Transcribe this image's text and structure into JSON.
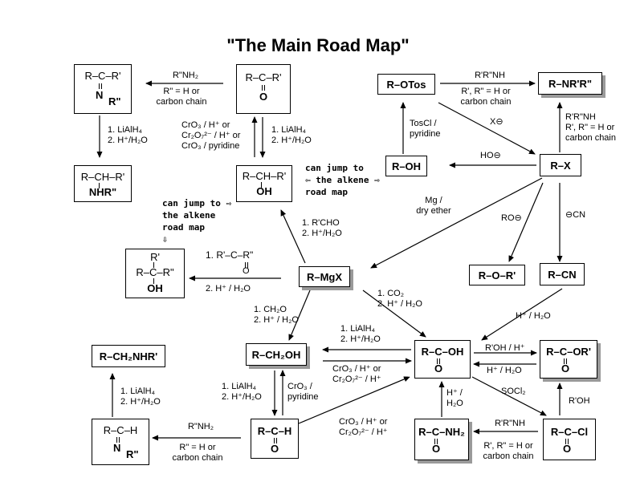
{
  "title": "\"The Main Road Map\"",
  "nodes": {
    "imine_top": {
      "line1": "R–C–R'",
      "n": "N",
      "r": "R\""
    },
    "ketone_top": {
      "line1": "R–C–R'",
      "o": "O"
    },
    "otos": {
      "text": "R–OTos"
    },
    "amine_nrr": {
      "text": "R–NR'R\""
    },
    "amine_sec": {
      "line1": "R–CH–R'",
      "line2": "NHR\""
    },
    "sec_alcohol": {
      "line1": "R–CH–R'",
      "line2": "OH"
    },
    "roh": {
      "text": "R–OH"
    },
    "rx": {
      "text": "R–X"
    },
    "tert_alcohol": {
      "top": "R'",
      "line1": "R–C–R\"",
      "line2": "OH"
    },
    "grignard": {
      "text": "R–MgX"
    },
    "ether": {
      "text": "R–O–R'"
    },
    "nitrile": {
      "text": "R–CN"
    },
    "amine_ch2": {
      "text": "R–CH₂NHR'"
    },
    "primary_alcohol": {
      "text": "R–CH₂OH"
    },
    "carboxylic": {
      "line1": "R–C–OH",
      "o": "O"
    },
    "ester": {
      "line1": "R–C–OR'",
      "o": "O"
    },
    "imine_bottom": {
      "line1": "R–C–H",
      "n": "N",
      "r": "R\""
    },
    "aldehyde": {
      "line1": "R–C–H",
      "o": "O"
    },
    "amide": {
      "line1": "R–C–NH₂",
      "o": "O"
    },
    "acyl_chloride": {
      "line1": "R–C–Cl",
      "o": "O"
    }
  },
  "labels": {
    "r2nh2_top": "R\"NH₂",
    "r2h_top": "R\" = H or\ncarbon chain",
    "rrnh_top": "R'R\"NH",
    "rr_h_top": "R', R\" = H or\ncarbon chain",
    "lialh4_left": "1. LiAlH₄\n2. H⁺/H₂O",
    "cro3_left": "CrO₃ / H⁺ or\nCr₂O₇²⁻ / H⁺ or\nCrO₃ / pyridine",
    "lialh4_mid": "1. LiAlH₄\n2. H⁺/H₂O",
    "toscl": "TosCl /\npyridine",
    "x_minus": "X⊖",
    "rrnh_right": "R'R\"NH\nR', R\" = H or\ncarbon chain",
    "ho_minus": "HO⊖",
    "jump1": "can jump to\n⇦ the alkene ⇨\nroad map",
    "jump2": "can jump to ⇨\nthe alkene\nroad map\n⇩",
    "mg": "Mg /\ndry ether",
    "ro_minus": "RO⊖",
    "cn_minus": "⊖CN",
    "rcho": "1. R'CHO\n2. H⁺/H₂O",
    "ketone_add_1": "1.  R'–C–R\"",
    "ketone_add_o": "O",
    "ketone_add_2": "2. H⁺ / H₂O",
    "co2": "1. CO₂\n2. H⁺ / H₂O",
    "ch2o": "1. CH₂O\n2. H⁺ / H₂O",
    "h_h2o_nitrile": "H⁺ / H₂O",
    "lialh4_acid": "1. LiAlH₄\n2. H⁺/H₂O",
    "cro3_acid": "CrO₃ / H⁺ or\nCr₂O₇²⁻ / H⁺",
    "roh_h": "R'OH / H⁺",
    "h_h2o_ester": "H⁺ / H₂O",
    "lialh4_amine": "1. LiAlH₄\n2. H⁺/H₂O",
    "lialh4_ald": "1. LiAlH₄\n2. H⁺/H₂O",
    "cro3_pyr": "CrO₃ /\npyridine",
    "socl2": "SOCl₂",
    "h_h2o_amide": "H⁺ /\nH₂O",
    "roh_right": "R'OH",
    "r2nh2_bottom": "R\"NH₂",
    "r2h_bottom": "R\" = H or\ncarbon chain",
    "cro3_ald": "CrO₃ / H⁺ or\nCr₂O₇²⁻ / H⁺",
    "rrnh_bottom": "R'R\"NH",
    "rr_h_bottom": "R', R\" = H or\ncarbon chain"
  }
}
